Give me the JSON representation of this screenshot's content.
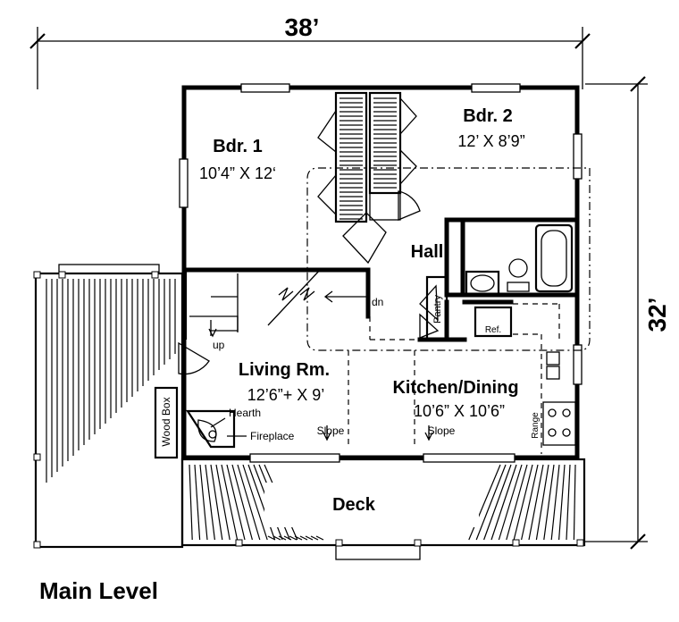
{
  "title": "Main Level",
  "dimensions": {
    "width": "38’",
    "depth": "32’"
  },
  "rooms": {
    "bdr1": {
      "name": "Bdr. 1",
      "size": "10’4” X 12‘"
    },
    "bdr2": {
      "name": "Bdr. 2",
      "size": "12’ X 8’9”"
    },
    "hall": {
      "name": "Hall"
    },
    "living": {
      "name": "Living Rm.",
      "size": "12’6”+ X 9’"
    },
    "kitchen": {
      "name": "Kitchen/Dining",
      "size": "10’6” X 10’6”"
    },
    "deck": {
      "name": "Deck"
    }
  },
  "labels": {
    "up": "up",
    "dn": "dn",
    "pantry": "Pantry",
    "ref": "Ref.",
    "range": "Range",
    "woodbox": "Wood Box",
    "hearth": "Hearth",
    "fireplace": "Fireplace",
    "slope_living": "Slope",
    "slope_kitchen": "Slope"
  }
}
